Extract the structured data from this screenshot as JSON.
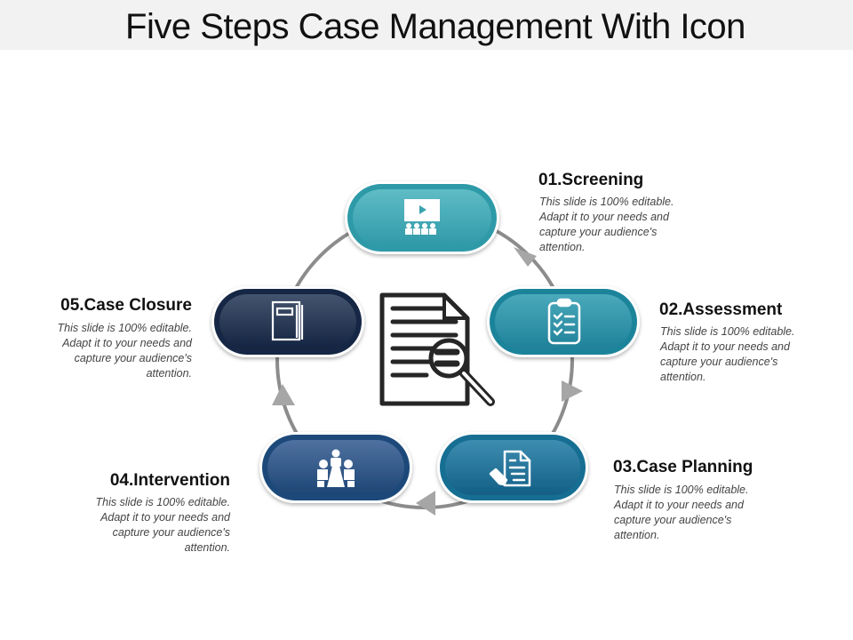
{
  "title": "Five Steps Case Management With Icon",
  "center_icon": "document-search-icon",
  "steps": [
    {
      "number": "01",
      "label": "01.Screening",
      "description": "This slide is 100% editable. Adapt it to your needs and capture your audience's attention.",
      "icon": "presentation-audience-icon",
      "color": "#3ba3b0"
    },
    {
      "number": "02",
      "label": "02.Assessment",
      "description": "This slide is 100% editable. Adapt it to your needs and capture your audience's attention.",
      "icon": "clipboard-checklist-icon",
      "color": "#2a8ea4"
    },
    {
      "number": "03",
      "label": "03.Case Planning",
      "description": "This slide is 100% editable. Adapt it to your needs and capture your audience's attention.",
      "icon": "document-pencil-icon",
      "color": "#1c6f93"
    },
    {
      "number": "04",
      "label": "04.Intervention",
      "description": "This slide is 100% editable. Adapt it to your needs and capture your audience's attention.",
      "icon": "meeting-table-icon",
      "color": "#24507e"
    },
    {
      "number": "05",
      "label": "05.Case Closure",
      "description": "This slide is 100% editable. Adapt it to your needs and capture your audience's attention.",
      "icon": "notebook-icon",
      "color": "#1a2d4a"
    }
  ],
  "connector_color": "#8c8c8c",
  "arrow_color": "#a6a6a6"
}
